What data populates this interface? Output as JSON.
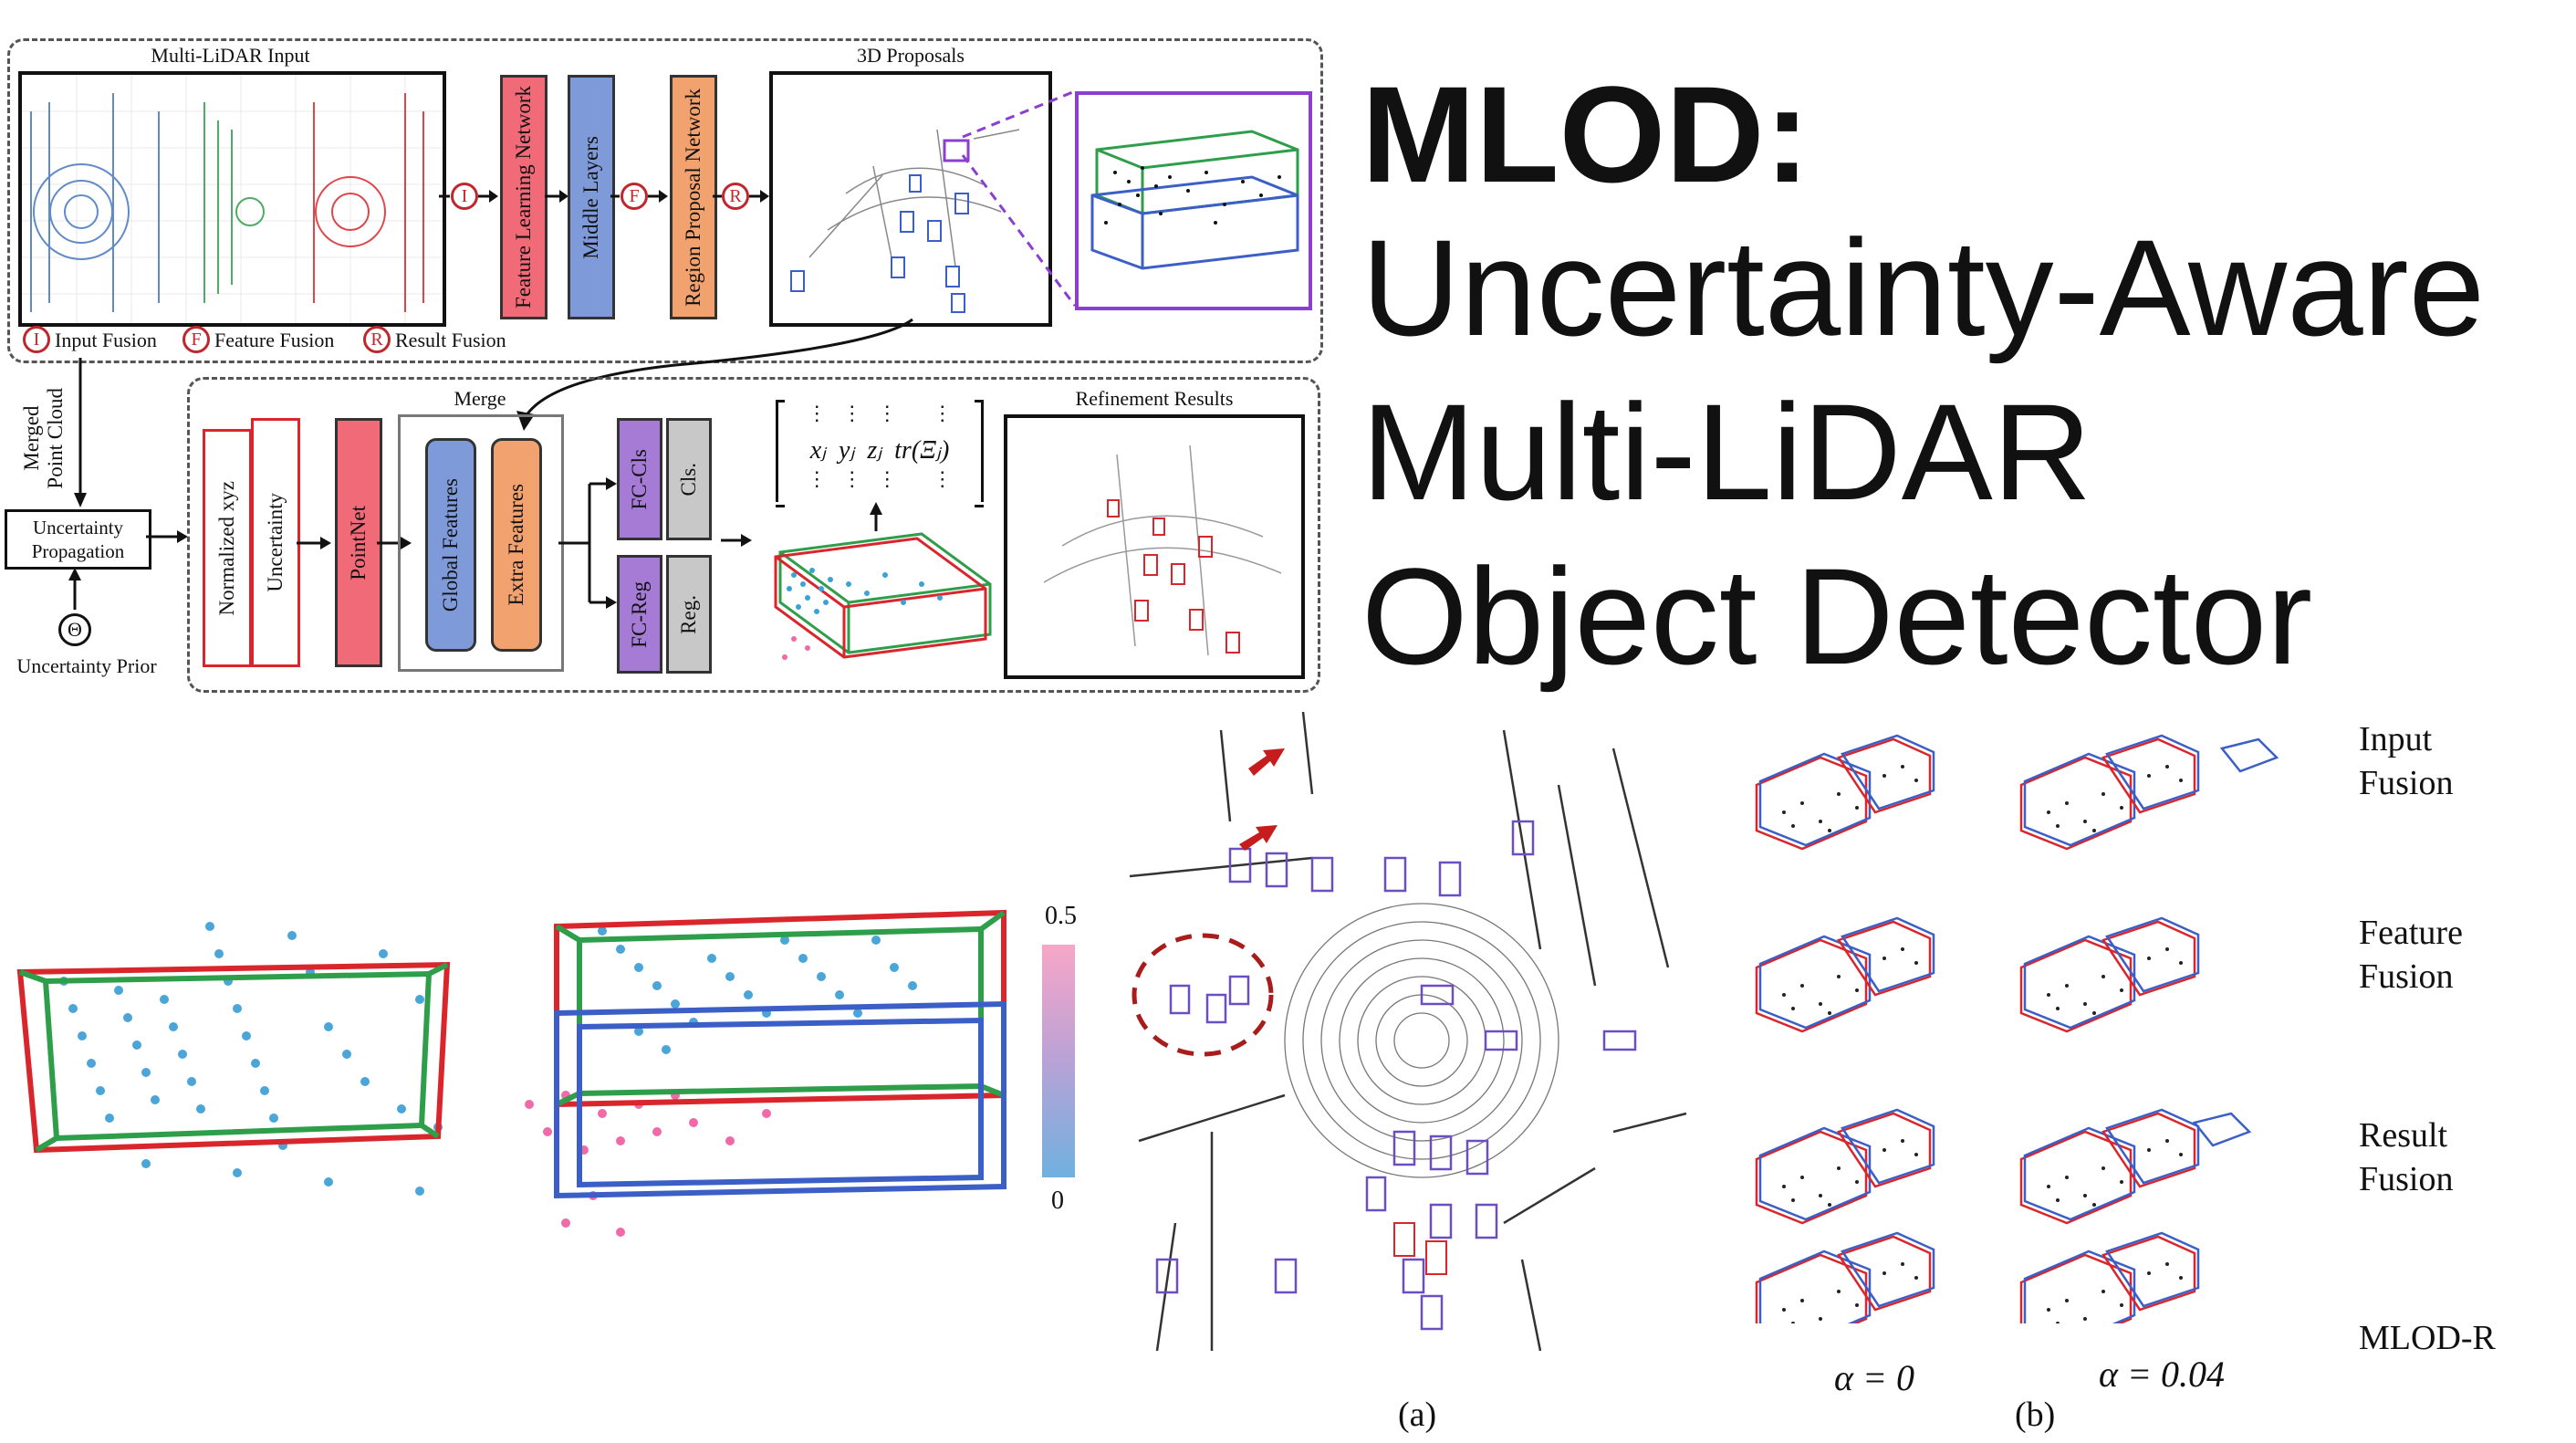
{
  "title": {
    "line1": "MLOD:",
    "line2": "Uncertainty-Aware",
    "line3": "Multi-LiDAR",
    "line4": "Object Detector"
  },
  "pipeline": {
    "multi_lidar_input": "Multi-LiDAR Input",
    "proposals_3d": "3D Proposals",
    "feature_learning_network": "Feature Learning Network",
    "middle_layers": "Middle Layers",
    "region_proposal_network": "Region Proposal Network",
    "legend_input": "Input Fusion",
    "legend_feature": "Feature Fusion",
    "legend_result": "Result Fusion",
    "badge_input": "I",
    "badge_feature": "F",
    "badge_result": "R",
    "merged_point_cloud_1": "Merged",
    "merged_point_cloud_2": "Point Cloud",
    "uncertainty_propagation_1": "Uncertainty",
    "uncertainty_propagation_2": "Propagation",
    "uncertainty_prior": "Uncertainty Prior",
    "prior_symbol": "Θ",
    "merge": "Merge",
    "normalized_xyz": "Normalized xyz",
    "uncertainty": "Uncertainty",
    "pointnet": "PointNet",
    "global_features": "Global Features",
    "extra_features": "Extra Features",
    "fc_cls": "FC-Cls",
    "cls": "Cls.",
    "fc_reg": "FC-Reg",
    "reg": "Reg.",
    "matrix_row": "xⱼ  yⱼ  zⱼ  tr(Ξⱼ)",
    "vdots": "⋮   ⋮   ⋮       ⋮",
    "refinement_results": "Refinement Results"
  },
  "colorbar": {
    "max": "0.5",
    "min": "0"
  },
  "fusion_labels": {
    "input_1": "Input",
    "input_2": "Fusion",
    "feature_1": "Feature",
    "feature_2": "Fusion",
    "result_1": "Result",
    "result_2": "Fusion",
    "mlod_r": "MLOD-R"
  },
  "alpha": {
    "a0": "α = 0",
    "a1": "α = 0.04"
  },
  "captions": {
    "a": "(a)",
    "b": "(b)"
  },
  "colors": {
    "red": "#d9262c",
    "blue": "#3b5fc6",
    "green": "#2e9e4a",
    "pink": "#f06aa8",
    "cyan": "#3aa3d6",
    "fln": "#f06a78",
    "middle": "#7f9ad9",
    "rpn": "#f2a26e",
    "purple": "#a57bd6",
    "gray": "#c8c8c8"
  }
}
